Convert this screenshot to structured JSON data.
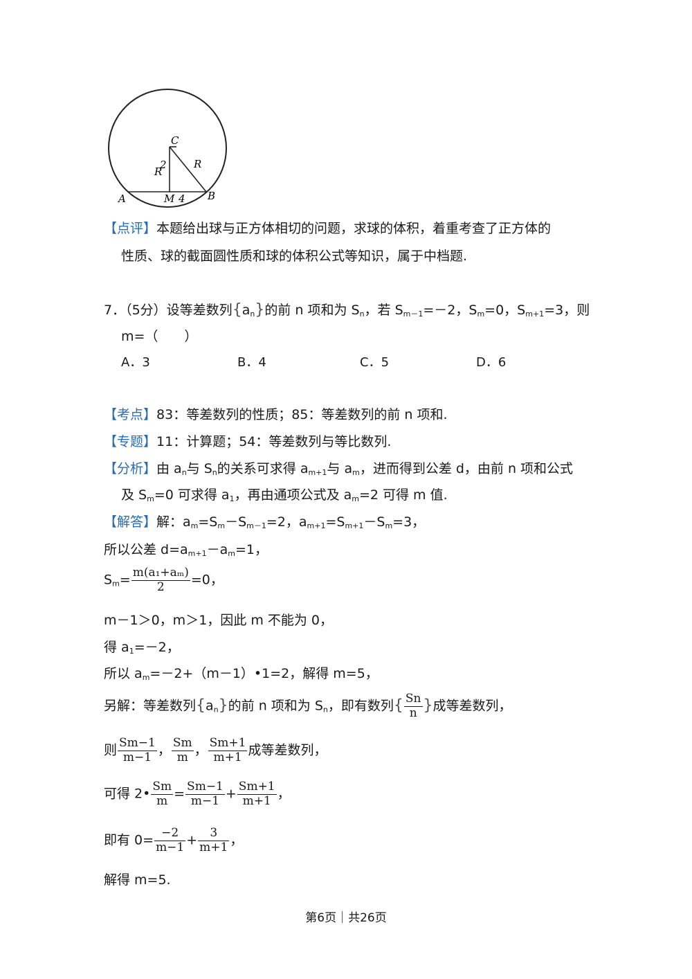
{
  "figure": {
    "labels": {
      "A": "A",
      "M": "M",
      "four": "4",
      "B": "B",
      "C": "C",
      "R_left": "R",
      "two": "2",
      "R_right": "R"
    }
  },
  "review": {
    "tag": "【点评】",
    "line1": "本题给出球与正方体相切的问题，求球的体积，着重考查了正方体的",
    "line2": "性质、球的截面圆性质和球的体积公式等知识，属于中档题."
  },
  "q7": {
    "number": "7．",
    "points": "（5分）设等差数列",
    "seq": "a",
    "seq_sub": "n",
    "text1": "的前 n 项和为 S",
    "text1_sub": "n",
    "text2": "，若 S",
    "text2_sub": "m－1",
    "text3": "=－2，S",
    "text3_sub": "m",
    "text4": "=0，S",
    "text4_sub": "m+1",
    "text5": "=3，则",
    "line2": "m=（　　）",
    "options": [
      {
        "label": "A．3"
      },
      {
        "label": "B．4"
      },
      {
        "label": "C．5"
      },
      {
        "label": "D．6"
      }
    ]
  },
  "kaodian": {
    "tag": "【考点】",
    "text": "83：等差数列的性质；85：等差数列的前 n 项和."
  },
  "zhuanti": {
    "tag": "【专题】",
    "text": "11：计算题；54：等差数列与等比数列."
  },
  "fenxi": {
    "tag": "【分析】",
    "l1a": "由 a",
    "l1a_sub": "n",
    "l1b": "与 S",
    "l1b_sub": "n",
    "l1c": "的关系可求得 a",
    "l1c_sub": "m+1",
    "l1d": "与 a",
    "l1d_sub": "m",
    "l1e": "，进而得到公差 d，由前 n 项和公式",
    "l2a": "及 S",
    "l2a_sub": "m",
    "l2b": "=0 可求得 a",
    "l2b_sub": "1",
    "l2c": "，再由通项公式及 a",
    "l2c_sub": "m",
    "l2d": "=2 可得 m 值."
  },
  "jieda": {
    "tag": "【解答】",
    "l1": "解：a",
    "l1_sub": "m",
    "l1b": "=S",
    "l1b_sub": "m",
    "l1c": "－S",
    "l1c_sub": "m－1",
    "l1d": "=2，a",
    "l1d_sub": "m+1",
    "l1e": "=S",
    "l1e_sub": "m+1",
    "l1f": "－S",
    "l1f_sub": "m",
    "l1g": "=3，",
    "l2a": "所以公差 d=a",
    "l2a_sub": "m+1",
    "l2b": "－a",
    "l2b_sub": "m",
    "l2c": "=1，",
    "l3_pre": "S",
    "l3_pre_sub": "m",
    "l3_eq": "=",
    "l3_num": "m(a₁+aₘ)",
    "l3_den": "2",
    "l3_post": "=0，",
    "l4": "m－1＞0，m＞1，因此 m 不能为 0，",
    "l5a": "得 a",
    "l5a_sub": "1",
    "l5b": "=－2，",
    "l6a": "所以 a",
    "l6a_sub": "m",
    "l6b": "=－2+（m－1）•1=2，解得 m=5，",
    "l7a": "另解：等差数列",
    "l7_seq": "a",
    "l7_seq_sub": "n",
    "l7b": "的前 n 项和为 S",
    "l7b_sub": "n",
    "l7c": "，即有数列",
    "l7_num": "Sn",
    "l7_den": "n",
    "l7d": "成等差数列，",
    "l8a": "则",
    "l8_f1n": "Sm−1",
    "l8_f1d": "m−1",
    "l8_f2n": "Sm",
    "l8_f2d": "m",
    "l8_f3n": "Sm+1",
    "l8_f3d": "m+1",
    "l8_sep": "，",
    "l8b": "成等差数列，",
    "l9a": "可得 2•",
    "l9_f1n": "Sm",
    "l9_f1d": "m",
    "l9_eq": "=",
    "l9_f2n": "Sm−1",
    "l9_f2d": "m−1",
    "l9_plus": "+",
    "l9_f3n": "Sm+1",
    "l9_f3d": "m+1",
    "l9_end": "，",
    "l10a": "即有 0=",
    "l10_f1n": "−2",
    "l10_f1d": "m−1",
    "l10_plus": "+",
    "l10_f2n": "3",
    "l10_f2d": "m+1",
    "l10_end": "，",
    "l11": "解得 m=5."
  },
  "footer": {
    "text": "第6页｜共26页"
  }
}
